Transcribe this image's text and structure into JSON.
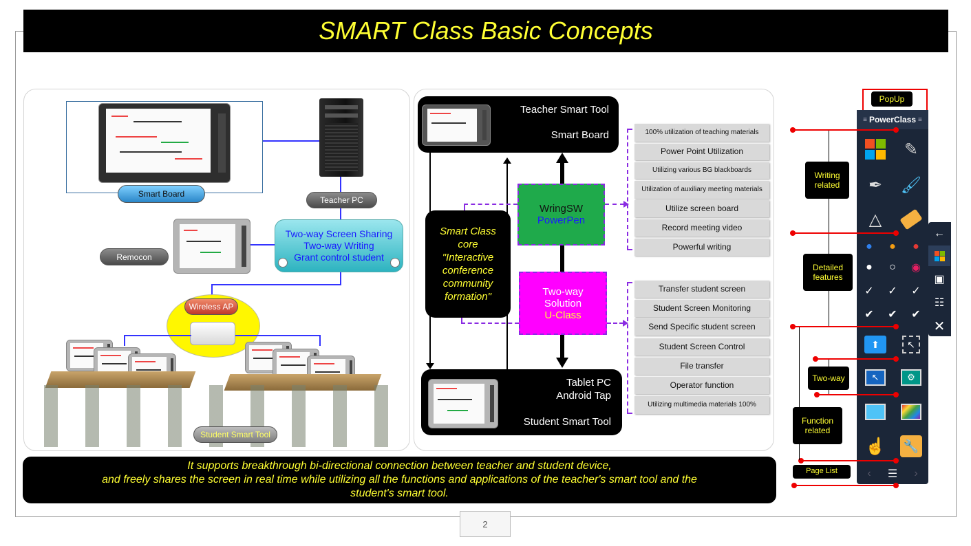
{
  "title": "SMART Class Basic Concepts",
  "left_panel": {
    "smart_board_label": "Smart Board",
    "teacher_pc_label": "Teacher PC",
    "remocon_label": "Remocon",
    "share_lines": [
      "Two-way Screen Sharing",
      "Two-way Writing",
      "Grant control student"
    ],
    "wireless_ap_label": "Wireless AP",
    "student_tool_label": "Student Smart Tool"
  },
  "middle_panel": {
    "teacher_box": {
      "line1": "Teacher Smart Tool",
      "line2": "Smart Board"
    },
    "core_box": [
      "Smart Class",
      "core",
      "\"Interactive",
      "conference",
      "community",
      "formation\""
    ],
    "wringsw": {
      "line1": "WringSW",
      "line2": "PowerPen"
    },
    "two_way": {
      "line1": "Two-way",
      "line2": "Solution",
      "line3": "U-Class"
    },
    "student_box": {
      "line1": "Tablet PC",
      "line2": "Android Tap",
      "line3": "Student Smart Tool"
    },
    "features_top": [
      "100% utilization of teaching materials",
      "Power Point Utilization",
      "Utilizing various BG blackboards",
      "Utilization of auxiliary meeting materials",
      "Utilize screen board",
      "Record meeting video",
      "Powerful writing"
    ],
    "features_bottom": [
      "Transfer student screen",
      "Student Screen Monitoring",
      "Send Specific student screen",
      "Student Screen Control",
      "File transfer",
      "Operator function",
      "Utilizing multimedia  materials 100%"
    ]
  },
  "toolbar": {
    "popup_label": "PopUp",
    "header": "PowerClass",
    "writing_related": "Writing related",
    "detailed_features": "Detailed features",
    "two_way": "Two-way",
    "function_related": "Function related",
    "page_list": "Page List"
  },
  "bottom_text": [
    "It supports breakthrough bi-directional connection between teacher and student device,",
    "and freely shares the screen in real time while utilizing all the functions and applications of the teacher's smart tool and the",
    "student's smart tool."
  ],
  "page_number": "2",
  "colors": {
    "title": "#ffff33",
    "accent_line": "#3333ff",
    "wringsw_bg": "#1faa4b",
    "two_way_bg": "#ff00ff",
    "toolbar_bg": "#1b2638"
  }
}
